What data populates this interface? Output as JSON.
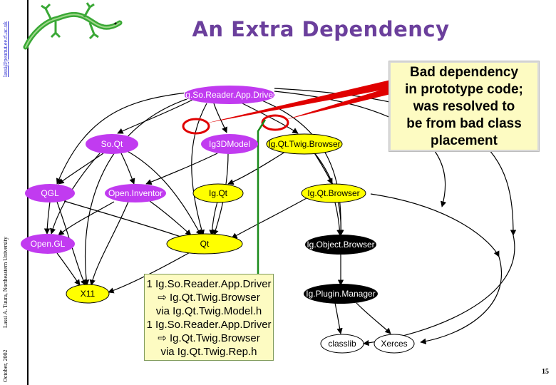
{
  "sidebar": {
    "url": "lassi@peanut.ee.rl.ac.uk",
    "author": "Lassi A. Tuura, Northeastern University",
    "date": "October, 2002"
  },
  "title": "An Extra Dependency",
  "callout_bad": {
    "lines": [
      "Bad dependency",
      "in prototype code;",
      "was resolved to",
      "be from bad class",
      "placement"
    ]
  },
  "callout_note": {
    "lines": [
      "1 Ig.So.Reader.App.Driver",
      "⇨ Ig.Qt.Twig.Browser",
      "via Ig.Qt.Twig.Model.h",
      "1 Ig.So.Reader.App.Driver",
      "⇨ Ig.Qt.Twig.Browser",
      "via Ig.Qt.Twig.Rep.h"
    ]
  },
  "page_number": "15",
  "colors": {
    "purple_node": "#c13bf0",
    "yellow_node": "#ffff00",
    "black_node": "#000000",
    "white_node": "#ffffff",
    "highlight_red": "#e00000",
    "note_line_green": "#1a8a1a",
    "logo_green": "#3aa836"
  },
  "diagram": {
    "nodes": {
      "driver": {
        "label": "Ig.So.Reader.App.Driver",
        "style": "purple"
      },
      "soqt": {
        "label": "So.Qt",
        "style": "purple"
      },
      "model3d": {
        "label": "Ig3DModel",
        "style": "purple"
      },
      "twigbrowser": {
        "label": "Ig.Qt.Twig.Browser",
        "style": "yellow"
      },
      "qgl": {
        "label": "QGL",
        "style": "purple"
      },
      "inventor": {
        "label": "Open.Inventor",
        "style": "purple"
      },
      "igqt": {
        "label": "Ig.Qt",
        "style": "yellow"
      },
      "qtbrowser": {
        "label": "Ig.Qt.Browser",
        "style": "yellow"
      },
      "opengl": {
        "label": "Open.GL",
        "style": "purple"
      },
      "qt": {
        "label": "Qt",
        "style": "yellow"
      },
      "objbrowser": {
        "label": "Ig.Object.Browser",
        "style": "black"
      },
      "x11": {
        "label": "X11",
        "style": "yellow"
      },
      "pluginmgr": {
        "label": "Ig.Plugin.Manager",
        "style": "black"
      },
      "classlib": {
        "label": "classlib",
        "style": "white"
      },
      "xerces": {
        "label": "Xerces",
        "style": "white"
      }
    }
  }
}
